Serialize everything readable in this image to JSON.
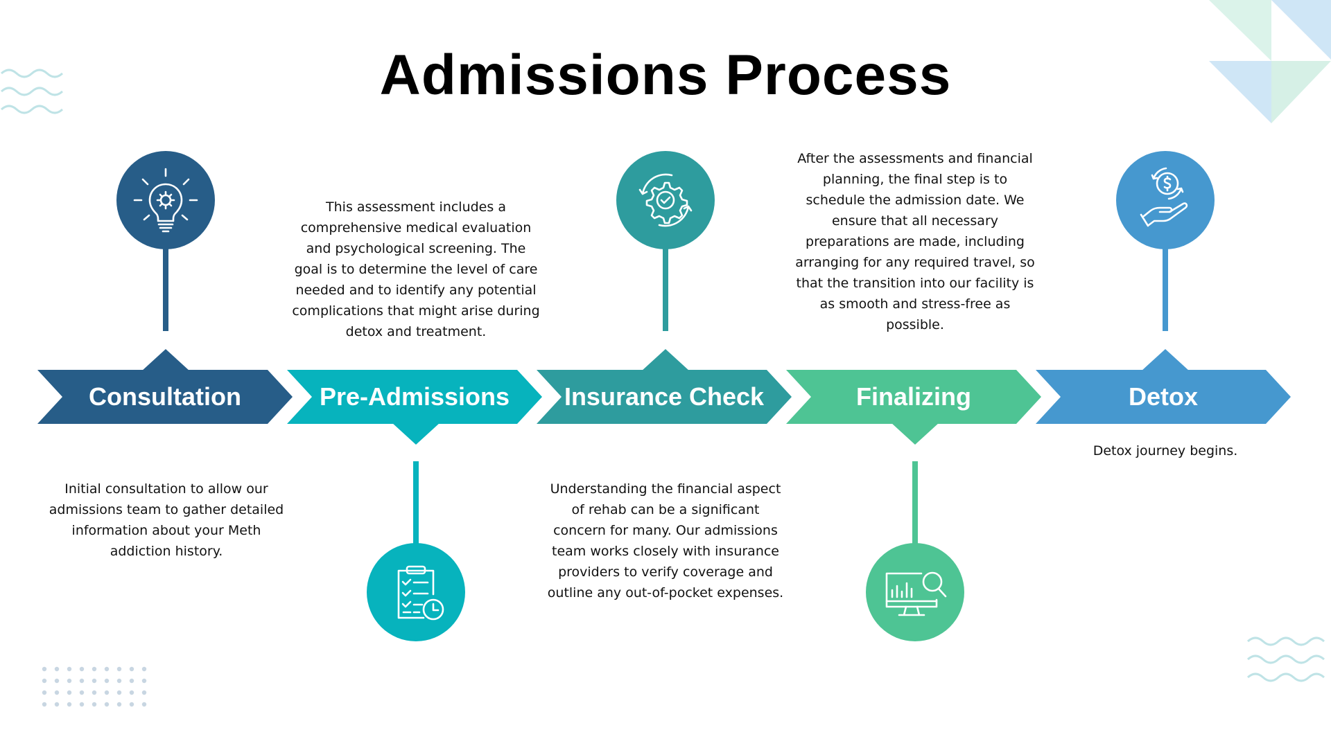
{
  "title": "Admissions Process",
  "colors": {
    "consultation": "#275d88",
    "pre_admissions": "#07b3bd",
    "insurance_check": "#2e9c9e",
    "finalizing": "#4ec494",
    "detox": "#4698cf"
  },
  "steps": [
    {
      "label": "Consultation",
      "icon": "lightbulb-gear-icon",
      "description": "Initial consultation to allow our admissions team to gather detailed information about your Meth addiction history."
    },
    {
      "label": "Pre-Admissions",
      "icon": "clipboard-checklist-clock-icon",
      "description": "This assessment includes a comprehensive medical evaluation and psychological screening. The goal is to determine the level of care needed and to identify any potential complications that might arise during detox and treatment."
    },
    {
      "label": "Insurance Check",
      "icon": "gear-check-cycle-icon",
      "description": "Understanding the financial aspect of rehab can be a significant concern for many. Our admissions team works closely with insurance providers to verify coverage and outline any out-of-pocket expenses."
    },
    {
      "label": "Finalizing",
      "icon": "monitor-chart-magnifier-icon",
      "description": "After the assessments and financial planning, the final step is to schedule the admission date. We ensure that all necessary preparations are made, including arranging for any required travel, so that the transition into our facility is as smooth and stress-free as possible."
    },
    {
      "label": "Detox",
      "icon": "hand-dollar-coin-icon",
      "description": "Detox journey begins."
    }
  ]
}
